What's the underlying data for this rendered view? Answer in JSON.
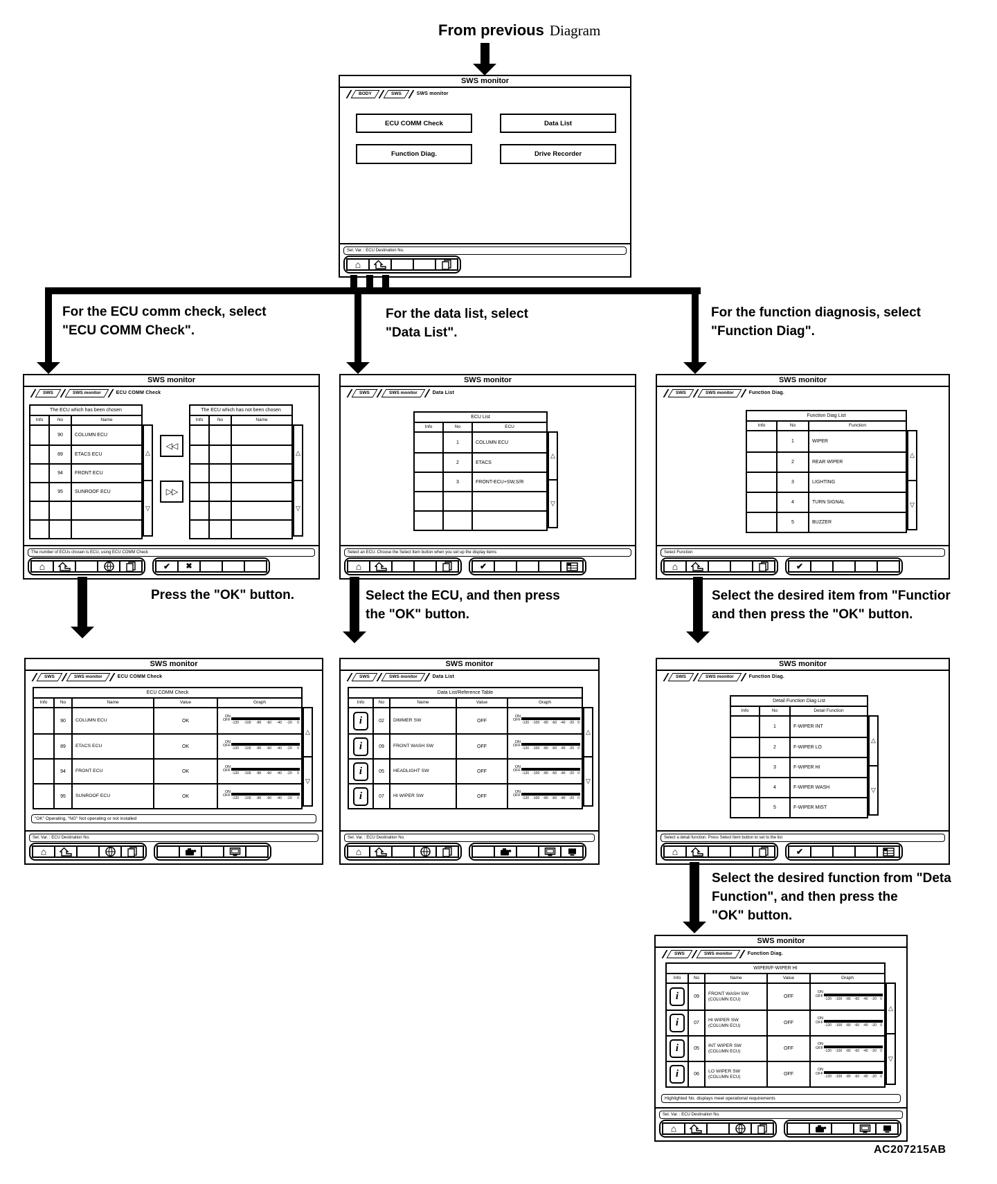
{
  "page_code": "AC207215AB",
  "flow_caption": {
    "bold": "From previous",
    "serif": "Diagram"
  },
  "captions": {
    "branch_left": {
      "lines": [
        "For the ECU comm check, select",
        "\"ECU COMM Check\"."
      ]
    },
    "branch_mid": {
      "lines": [
        "For the data list, select",
        "\"Data List\"."
      ]
    },
    "branch_right": {
      "lines": [
        "For the function diagnosis, select",
        "\"Function Diag\"."
      ]
    },
    "step_left": {
      "lines": [
        "Press the \"OK\" button."
      ]
    },
    "step_mid": {
      "lines": [
        "Select the ECU, and then press",
        "the \"OK\" button."
      ]
    },
    "step_right": {
      "lines": [
        "Select the desired item from \"Functior",
        "and then press the \"OK\" button."
      ]
    },
    "step_final": {
      "lines": [
        "Select the desired function from \"Deta",
        "Function\", and then press the",
        "\"OK\" button."
      ]
    }
  },
  "graph": {
    "on": "ON",
    "off": "OFF",
    "ticks": [
      "-120",
      "-100",
      "-80",
      "-60",
      "-40",
      "-20",
      "0"
    ]
  },
  "panels": [
    {
      "title": "SWS monitor",
      "tabs": [
        "BODY",
        "SWS"
      ],
      "current_tab": "SWS monitor",
      "menu_buttons": [
        "ECU COMM Check",
        "Data List",
        "Function Diag.",
        "Drive Recorder"
      ],
      "status": "Sel. Var. : ECU Destination No.",
      "toolbar": {
        "left": [
          "home",
          "back",
          "",
          "",
          "page"
        ],
        "right": []
      }
    },
    {
      "title": "SWS monitor",
      "tabs": [
        "SWS",
        "SWS monitor"
      ],
      "current_tab": "ECU COMM Check",
      "left_table": {
        "title": "The ECU which has been chosen",
        "cols": [
          "Info",
          "No",
          "Name"
        ],
        "rows": [
          [
            "",
            "90",
            "COLUMN ECU"
          ],
          [
            "",
            "89",
            "ETACS ECU"
          ],
          [
            "",
            "94",
            "FRONT ECU"
          ],
          [
            "",
            "95",
            "SUNROOF ECU"
          ],
          [
            "",
            "",
            ""
          ],
          [
            "",
            "",
            ""
          ]
        ]
      },
      "right_table": {
        "title": "The ECU which has not been chosen",
        "cols": [
          "Info",
          "No",
          "Name"
        ],
        "rows": [
          [
            "",
            "",
            ""
          ],
          [
            "",
            "",
            ""
          ],
          [
            "",
            "",
            ""
          ],
          [
            "",
            "",
            ""
          ],
          [
            "",
            "",
            ""
          ],
          [
            "",
            "",
            ""
          ]
        ]
      },
      "transfer_buttons": [
        "◁◁",
        "▷▷"
      ],
      "status": "The number of ECUs chosen is ECU, using ECU COMM Check",
      "toolbar": {
        "left": [
          "home",
          "back",
          "",
          "globe",
          "page"
        ],
        "right": [
          "ok",
          "cancel",
          "",
          "",
          ""
        ]
      }
    },
    {
      "title": "SWS monitor",
      "tabs": [
        "SWS",
        "SWS monitor"
      ],
      "current_tab": "Data List",
      "table": {
        "title": "ECU List",
        "cols": [
          "Info",
          "No",
          "ECU"
        ],
        "rows": [
          [
            "",
            "1",
            "COLUMN ECU"
          ],
          [
            "",
            "2",
            "ETACS"
          ],
          [
            "",
            "3",
            "FRONT-ECU+SW,S/R"
          ],
          [
            "",
            "",
            ""
          ],
          [
            "",
            "",
            ""
          ]
        ]
      },
      "status": "Select an ECU. Choose the Select Item button when you set up the display items",
      "toolbar": {
        "left": [
          "home",
          "back",
          "",
          "",
          "page"
        ],
        "right": [
          "ok",
          "",
          "",
          "",
          "list"
        ]
      }
    },
    {
      "title": "SWS monitor",
      "tabs": [
        "SWS",
        "SWS monitor"
      ],
      "current_tab": "Function Diag.",
      "table": {
        "title": "Function Diag List",
        "cols": [
          "Info",
          "No",
          "Function"
        ],
        "rows": [
          [
            "",
            "1",
            "WIPER"
          ],
          [
            "",
            "2",
            "REAR WIPER"
          ],
          [
            "",
            "3",
            "LIGHTING"
          ],
          [
            "",
            "4",
            "TURN SIGNAL"
          ],
          [
            "",
            "5",
            "BUZZER"
          ]
        ]
      },
      "status": "Select Function",
      "toolbar": {
        "left": [
          "home",
          "back",
          "",
          "",
          "page"
        ],
        "right": [
          "ok",
          "",
          "",
          "",
          ""
        ]
      }
    },
    {
      "title": "SWS monitor",
      "tabs": [
        "SWS",
        "SWS monitor"
      ],
      "current_tab": "ECU COMM Check",
      "table": {
        "title": "ECU COMM Check",
        "cols": [
          "Info",
          "No",
          "Name",
          "Value",
          "Graph"
        ],
        "rows": [
          {
            "no": "90",
            "name": "COLUMN ECU",
            "value": "OK"
          },
          {
            "no": "89",
            "name": "ETACS ECU",
            "value": "OK"
          },
          {
            "no": "94",
            "name": "FRONT ECU",
            "value": "OK"
          },
          {
            "no": "95",
            "name": "SUNROOF ECU",
            "value": "OK"
          }
        ]
      },
      "note": "\"OK\" Operating, \"NG\" Not operating or not installed",
      "status": "Sel. Var. : ECU Destination No.",
      "toolbar": {
        "left": [
          "home",
          "back",
          "",
          "globe",
          "page"
        ],
        "right": [
          "",
          "recorder",
          "",
          "monitor",
          ""
        ]
      }
    },
    {
      "title": "SWS monitor",
      "tabs": [
        "SWS",
        "SWS monitor"
      ],
      "current_tab": "Data List",
      "table": {
        "title": "Data List/Reference Table",
        "cols": [
          "Info",
          "No",
          "Name",
          "Value",
          "Graph"
        ],
        "rows": [
          {
            "no": "02",
            "name": "DIMMER SW",
            "value": "OFF",
            "info": true
          },
          {
            "no": "09",
            "name": "FRONT WASH SW",
            "value": "OFF",
            "info": true
          },
          {
            "no": "05",
            "name": "HEADLIGHT SW",
            "value": "OFF",
            "info": true
          },
          {
            "no": "07",
            "name": "HI WIPER SW",
            "value": "OFF",
            "info": true
          }
        ]
      },
      "status": "Sel. Var. : ECU Destination No.",
      "toolbar": {
        "left": [
          "home",
          "back",
          "",
          "globe",
          "page"
        ],
        "right": [
          "",
          "recorder",
          "",
          "monitor",
          "monitor2"
        ]
      }
    },
    {
      "title": "SWS monitor",
      "tabs": [
        "SWS",
        "SWS monitor"
      ],
      "current_tab": "Function Diag.",
      "table": {
        "title": "Detail Function Diag List",
        "cols": [
          "Info",
          "No",
          "Detail Function"
        ],
        "rows": [
          [
            "",
            "1",
            "F-WIPER INT"
          ],
          [
            "",
            "2",
            "F-WIPER LO"
          ],
          [
            "",
            "3",
            "F-WIPER HI"
          ],
          [
            "",
            "4",
            "F-WIPER WASH"
          ],
          [
            "",
            "5",
            "F-WIPER MIST"
          ]
        ]
      },
      "status": "Select a detail function. Press Select Item button to set to the list",
      "toolbar": {
        "left": [
          "home",
          "back",
          "",
          "",
          "page"
        ],
        "right": [
          "ok",
          "",
          "",
          "",
          "list"
        ]
      }
    },
    {
      "title": "SWS monitor",
      "tabs": [
        "SWS",
        "SWS monitor"
      ],
      "current_tab": "Function Diag.",
      "table": {
        "title": "WIPER/F-WIPER HI",
        "cols": [
          "Info",
          "No",
          "Name",
          "Value",
          "Graph"
        ],
        "rows": [
          {
            "no": "09",
            "name": "FRONT WASH SW",
            "sub": "(COLUMN ECU)",
            "value": "OFF",
            "info": true
          },
          {
            "no": "07",
            "name": "HI WIPER SW",
            "sub": "(COLUMN ECU)",
            "value": "OFF",
            "info": true
          },
          {
            "no": "05",
            "name": "INT WIPER SW",
            "sub": "(COLUMN ECU)",
            "value": "OFF",
            "info": true
          },
          {
            "no": "06",
            "name": "LO WIPER SW",
            "sub": "(COLUMN ECU)",
            "value": "OFF",
            "info": true
          }
        ]
      },
      "note": "Highlighted No. displays meet operational requirements",
      "status": "Sel. Var. : ECU Destination No.",
      "toolbar": {
        "left": [
          "home",
          "back",
          "",
          "globe",
          "page"
        ],
        "right": [
          "",
          "recorder",
          "",
          "monitor",
          "monitor2"
        ]
      }
    }
  ]
}
